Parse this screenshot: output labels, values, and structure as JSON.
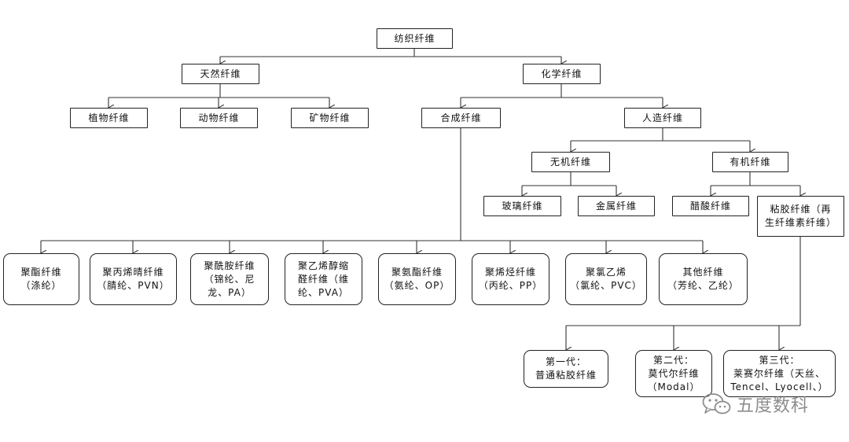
{
  "nodes": {
    "textile_fiber": "纺织纤维",
    "natural_fiber": "天然纤维",
    "chemical_fiber": "化学纤维",
    "plant_fiber": "植物纤维",
    "animal_fiber": "动物纤维",
    "mineral_fiber": "矿物纤维",
    "synthetic_fiber": "合成纤维",
    "manmade_fiber": "人造纤维",
    "inorganic_fiber": "无机纤维",
    "organic_fiber": "有机纤维",
    "glass_fiber": "玻璃纤维",
    "metal_fiber": "金属纤维",
    "acetate_fiber": "醋酸纤维",
    "viscose_fiber": "粘胶纤维（再\n生纤维素纤维）",
    "polyester": "聚酯纤维\n（涤纶）",
    "acrylic": "聚丙烯晴纤维\n（腈纶、PVN）",
    "polyamide": "聚酰胺纤维\n（锦纶、尼\n龙、PA）",
    "pva": "聚乙烯醇缩\n醛纤维（维\n纶、PVA）",
    "polyurethane": "聚氨酯纤维\n（氨纶、OP）",
    "polyolefin": "聚烯烃纤维\n（丙纶、PP）",
    "pvc": "聚氯乙烯\n（氯纶、PVC）",
    "other_fiber": "其他纤维\n（芳纶、乙纶）",
    "gen1": "第一代：\n普通粘胶纤维",
    "gen2": "第二代：\n莫代尔纤维\n（Modal）",
    "gen3": "第三代：\n莱赛尔纤维（天丝、\nTencel、Lyocell、）"
  },
  "watermark": {
    "text": "五度数科",
    "icon": "wechat-icon"
  }
}
